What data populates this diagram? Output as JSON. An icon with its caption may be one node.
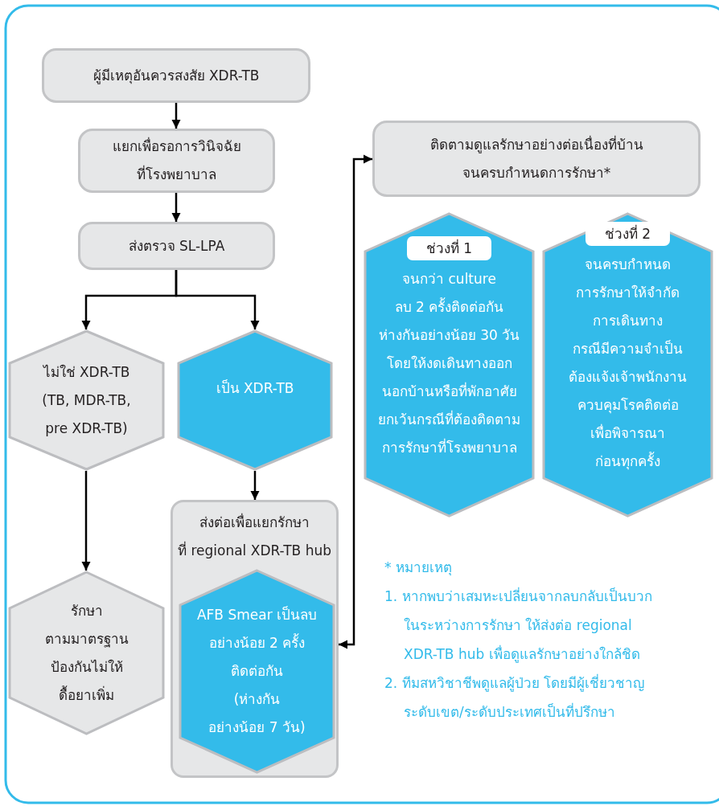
{
  "diagram": {
    "nodes": [
      {
        "text": [
          "ผู้มีเหตุอันควรสงสัย XDR-TB"
        ]
      },
      {
        "text": [
          "แยกเพื่อรอการวินิจฉัย ที่โรงพยาบาล"
        ]
      },
      {
        "text": [
          "ส่งตรวจ SL-LPA"
        ]
      },
      {
        "text": [
          "ไม่ใช่ XDR-TB (TB, MDR-TB, pre XDR-TB)"
        ]
      },
      {
        "text": [
          "เป็น XDR-TB"
        ]
      },
      {
        "text": [
          "ส่งต่อเพื่อแยกรักษา ที่ regional XDR-TB hub"
        ]
      },
      {
        "text": [
          "AFB Smear เป็นลบ อย่างน้อย 2 ครั้ง ติดต่อกัน (ห่างกัน อย่างน้อย 7 วัน)"
        ],
        "in": 5
      },
      {
        "text": [
          "รักษา ตามมาตรฐาน ป้องกันไม่ให้ ดื้อยาเพิ่ม"
        ]
      },
      {
        "text": [
          "ติดตามดูแลรักษาอย่างต่อเนื่องที่บ้าน จนครบกำหนดการรักษา*"
        ]
      },
      {
        "text": [
          "ช่วงที่ 1",
          "จนกว่า culture ลบ 2 ครั้งติดต่อกัน ห่างกันอย่างน้อย 30 วัน โดยให้งดเดินทางออก นอกบ้านหรือที่พักอาศัย ยกเว้นกรณีที่ต้องติดตาม การรักษาที่โรงพยาบาล"
        ]
      },
      {
        "text": [
          "ช่วงที่ 2",
          "จนครบกำหนด การรักษาให้จำกัด การเดินทาง กรณีมีความจำเป็น ต้องแจ้งเจ้าพนักงาน ควบคุมโรคติดต่อ เพื่อพิจารณา ก่อนทุกครั้ง"
        ]
      }
    ],
    "edges": [
      {
        "from": 0,
        "to": 1,
        "arrow": "to"
      },
      {
        "from": 1,
        "to": 2,
        "arrow": "to"
      },
      {
        "from": 2,
        "to": 3,
        "arrow": "to"
      },
      {
        "from": 2,
        "to": 4,
        "arrow": "to"
      },
      {
        "from": 3,
        "to": 7,
        "arrow": "to"
      },
      {
        "from": 4,
        "to": 5,
        "arrow": "to"
      },
      {
        "from": 5,
        "to": 8,
        "arrow": "both"
      }
    ],
    "labels": [
      "* หมายเหตุ",
      "1. หากพบว่าเสมหะเปลี่ยนจากลบกลับเป็นบวก ในระหว่างการรักษา ให้ส่งต่อ regional XDR-TB hub เพื่อดูแลรักษาอย่างใกล้ชิด",
      "2. ทีมสหวิชาชีพดูแลผู้ป่วย โดยมีผู้เชี่ยวชาญ ระดับเขต/ระดับประเทศเป็นที่ปรึกษา"
    ]
  }
}
